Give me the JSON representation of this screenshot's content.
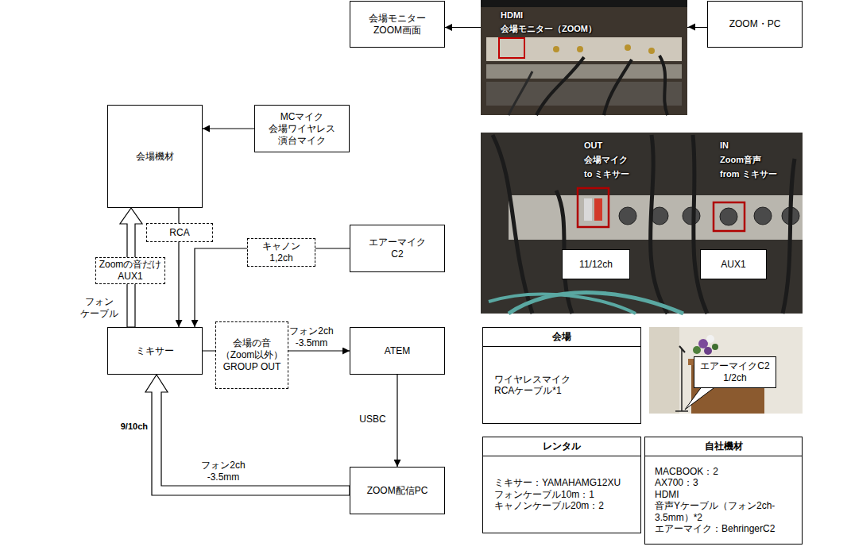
{
  "diagram": {
    "nodes": [
      {
        "text": [
          "会場モニター ZOOM画面"
        ]
      },
      {
        "text": [
          "ZOOM・PC"
        ]
      },
      {
        "text": [
          "会場機材"
        ]
      },
      {
        "text": [
          "MCマイク 会場ワイヤレス 演台マイク"
        ]
      },
      {
        "text": [
          "エアーマイク C2"
        ]
      },
      {
        "text": [
          "ミキサー"
        ]
      },
      {
        "text": [
          "ATEM"
        ]
      },
      {
        "text": [
          "ZOOM配信PC"
        ]
      },
      {
        "text": [
          "11/12ch"
        ]
      },
      {
        "text": [
          "AUX1"
        ]
      },
      {
        "text": [
          "会場",
          "ワイヤレスマイク RCAケーブル*1"
        ]
      },
      {
        "text": [
          "エアーマイクC2 1/2ch"
        ]
      },
      {
        "text": [
          "レンタル",
          "ミキサー：YAMAHAMG12XU フォンケーブル10m：1 キャノンケーブル20m：2"
        ]
      },
      {
        "text": [
          "自社機材",
          "MACBOOK：2 AX700：3 HDMI 音声Yケーブル（フォン2ch-3.5mm）*2 エアーマイク：BehringerC2"
        ]
      }
    ],
    "edges": [
      {
        "from": 1,
        "to": 0,
        "arrow": "to"
      },
      {
        "from": 3,
        "to": 2,
        "arrow": "to"
      },
      {
        "from": 2,
        "to": 5,
        "arrow": "to",
        "label": "RCA"
      },
      {
        "from": 4,
        "to": 5,
        "arrow": "to",
        "label": "キャノン 1,2ch"
      },
      {
        "from": 5,
        "to": 2,
        "arrow": "to",
        "label": "Zoomの音だけ AUX1"
      },
      {
        "from": 5,
        "to": 6,
        "arrow": "to",
        "label": "会場の音（Zoom以外） GROUP OUT"
      },
      {
        "from": 6,
        "to": 7,
        "arrow": "to",
        "label": "USBC"
      },
      {
        "from": 7,
        "to": 5,
        "arrow": "to",
        "label": "フォン2ch -3.5mm"
      }
    ],
    "labels": [
      "フォン ケーブル",
      "フォン2ch -3.5mm",
      "9/10ch",
      "HDMI",
      "会場モニター（ZOOM）",
      "OUT",
      "会場マイク to ミキサー",
      "IN",
      "Zoom音声 from ミキサー"
    ]
  }
}
